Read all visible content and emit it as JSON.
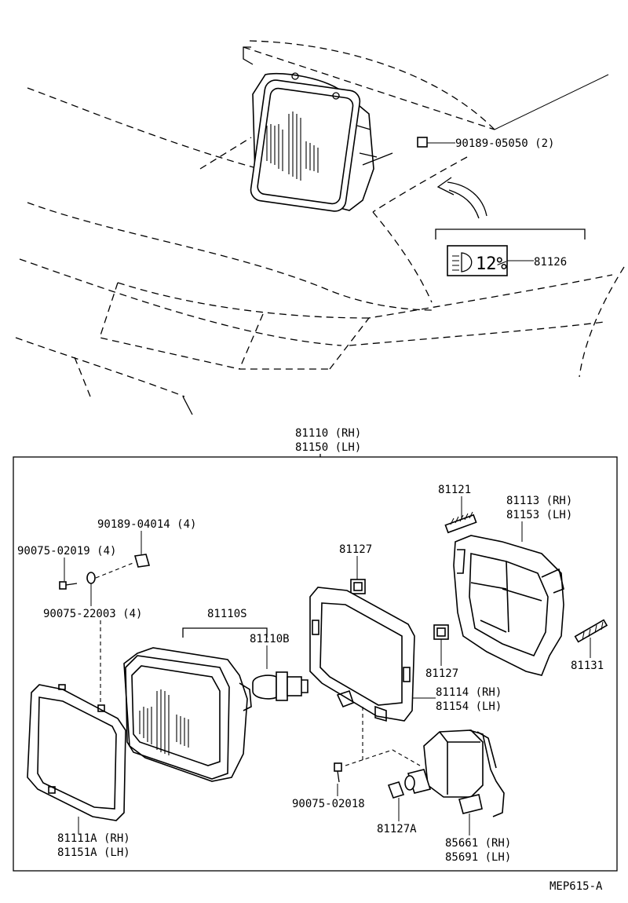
{
  "labels": {
    "p90189_05050": "90189-05050 (2)",
    "p81126": "81126",
    "lamp_symbol": "12%",
    "p81110": "81110 (RH)",
    "p81150": "81150 (LH)",
    "p81121": "81121",
    "p81113": "81113 (RH)",
    "p81153": "81153 (LH)",
    "p90189_04014": "90189-04014 (4)",
    "p90075_02019": "90075-02019 (4)",
    "p81127_top": "81127",
    "p90075_22003": "90075-22003 (4)",
    "p81110S": "81110S",
    "p81110B": "81110B",
    "p81127_right": "81127",
    "p81131": "81131",
    "p81114": "81114 (RH)",
    "p81154": "81154 (LH)",
    "p90075_02018": "90075-02018",
    "p81127A": "81127A",
    "p81111A": "81111A (RH)",
    "p81151A": "81151A (LH)",
    "p85661": "85661 (RH)",
    "p85691": "85691 (LH)",
    "figure_code": "MEP615-A"
  }
}
